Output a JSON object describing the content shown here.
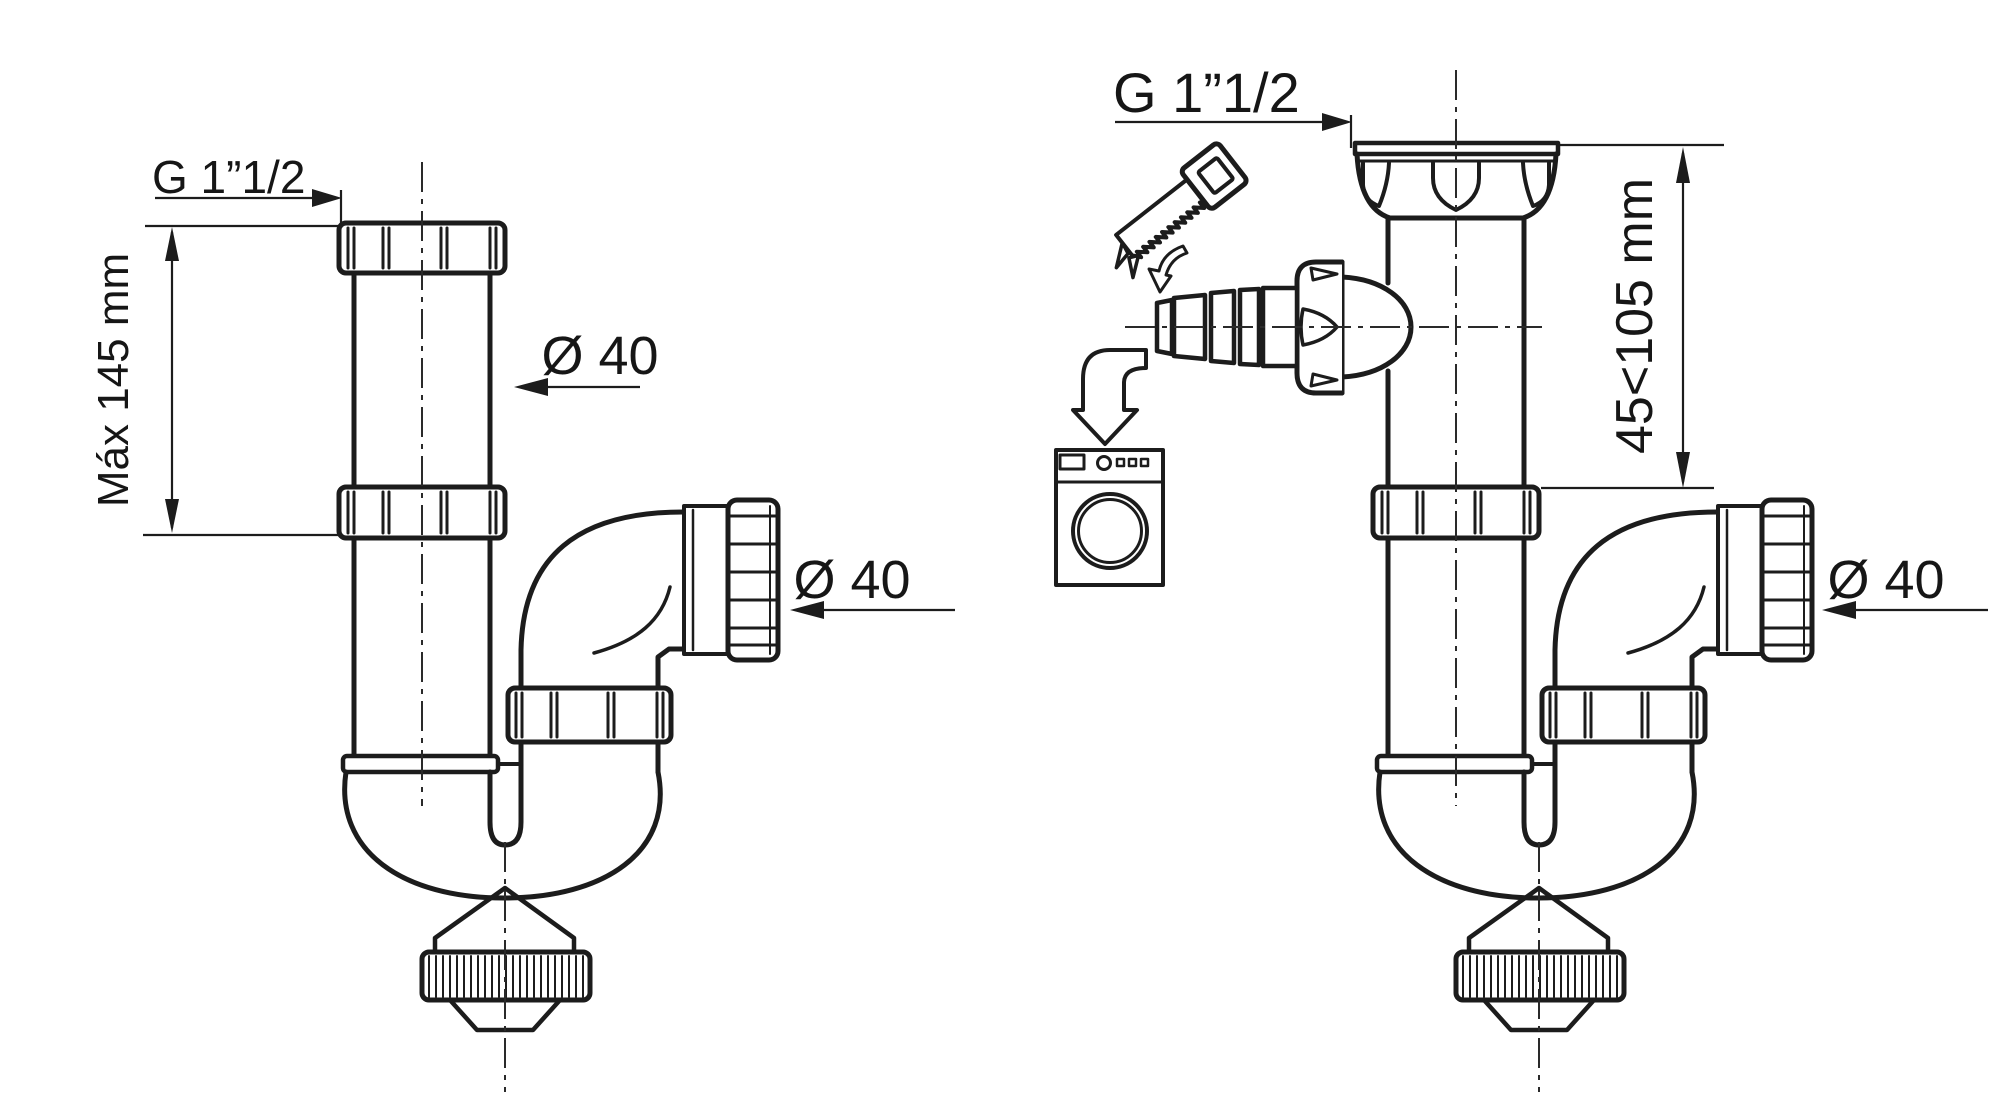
{
  "labels": {
    "left": {
      "thread": "G 1”1/2",
      "max_height": "Máx 145 mm",
      "inlet_diameter": "Ø 40",
      "outlet_diameter": "Ø 40"
    },
    "right": {
      "thread": "G 1”1/2",
      "height_range": "45<105 mm",
      "outlet_diameter": "Ø 40"
    }
  },
  "colors": {
    "line": "#1c1c1c",
    "thin_line": "#2a2a2a",
    "background": "#ffffff"
  },
  "icons": {
    "saw": "saw-icon",
    "cut_arrow": "curved-down-arrow-icon",
    "hose_arrow": "bent-down-arrow-icon",
    "washer": "washing-machine-icon"
  }
}
